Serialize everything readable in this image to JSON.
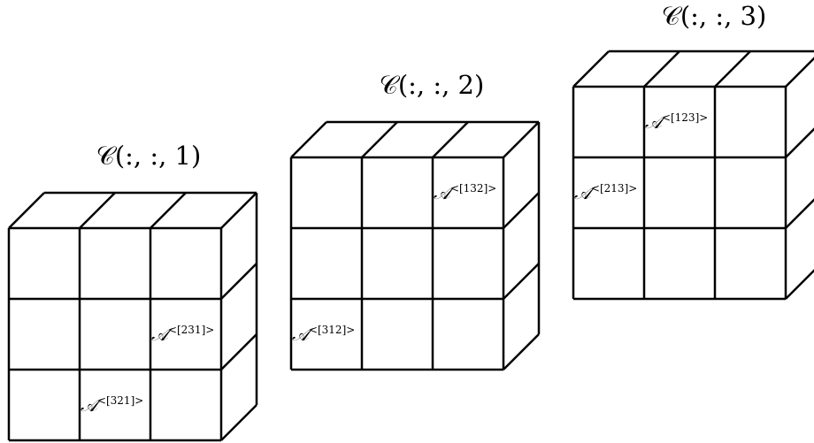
{
  "slices": [
    {
      "title": "𝒞(:, :, 1)",
      "labels": [
        {
          "row": 1,
          "col": 2,
          "text": "𝒜",
          "sup": "<[231]>"
        },
        {
          "row": 2,
          "col": 1,
          "text": "𝒜",
          "sup": "<[321]>"
        }
      ]
    },
    {
      "title": "𝒞(:, :, 2)",
      "labels": [
        {
          "row": 0,
          "col": 2,
          "text": "𝒜",
          "sup": "<[132]>"
        },
        {
          "row": 2,
          "col": 0,
          "text": "𝒜",
          "sup": "<[312]>"
        }
      ]
    },
    {
      "title": "𝒞(:, :, 3)",
      "labels": [
        {
          "row": 0,
          "col": 1,
          "text": "𝒜",
          "sup": "<[123]>"
        },
        {
          "row": 1,
          "col": 0,
          "text": "𝒜",
          "sup": "<[213]>"
        }
      ]
    }
  ]
}
